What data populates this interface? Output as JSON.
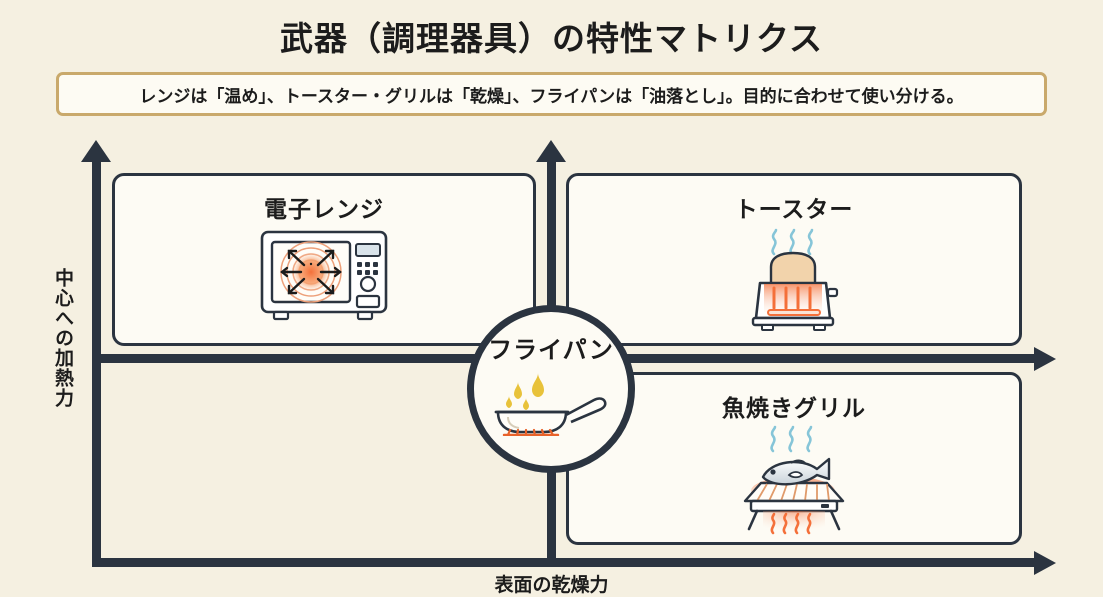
{
  "header": {
    "title": "武器（調理器具）の特性マトリクス",
    "subtitle": "レンジは「温め」、トースター・グリルは「乾燥」、フライパンは「油落とし」。目的に合わせて使い分ける。"
  },
  "axes": {
    "y_label": "中心への加熱力",
    "x_label": "表面の乾燥力"
  },
  "quadrants": [
    {
      "id": "microwave",
      "title": "電子レンジ",
      "icon": "microwave-oven-icon",
      "position": "top-left"
    },
    {
      "id": "toaster",
      "title": "トースター",
      "icon": "toaster-icon",
      "position": "top-right"
    },
    {
      "id": "grill",
      "title": "魚焼きグリル",
      "icon": "fish-grill-icon",
      "position": "bottom-right"
    }
  ],
  "center": {
    "title": "フライパン",
    "icon": "frying-pan-icon"
  },
  "colors": {
    "page_background": "#f5f0e1",
    "card_background": "#fdfbf4",
    "ink": "#2b3440",
    "banner_border": "#c9a96b",
    "heat_orange": "#f47b35",
    "steam_blue": "#86c5d8",
    "oil_yellow": "#e8c23a",
    "bread_tan": "#f2d3ab"
  }
}
